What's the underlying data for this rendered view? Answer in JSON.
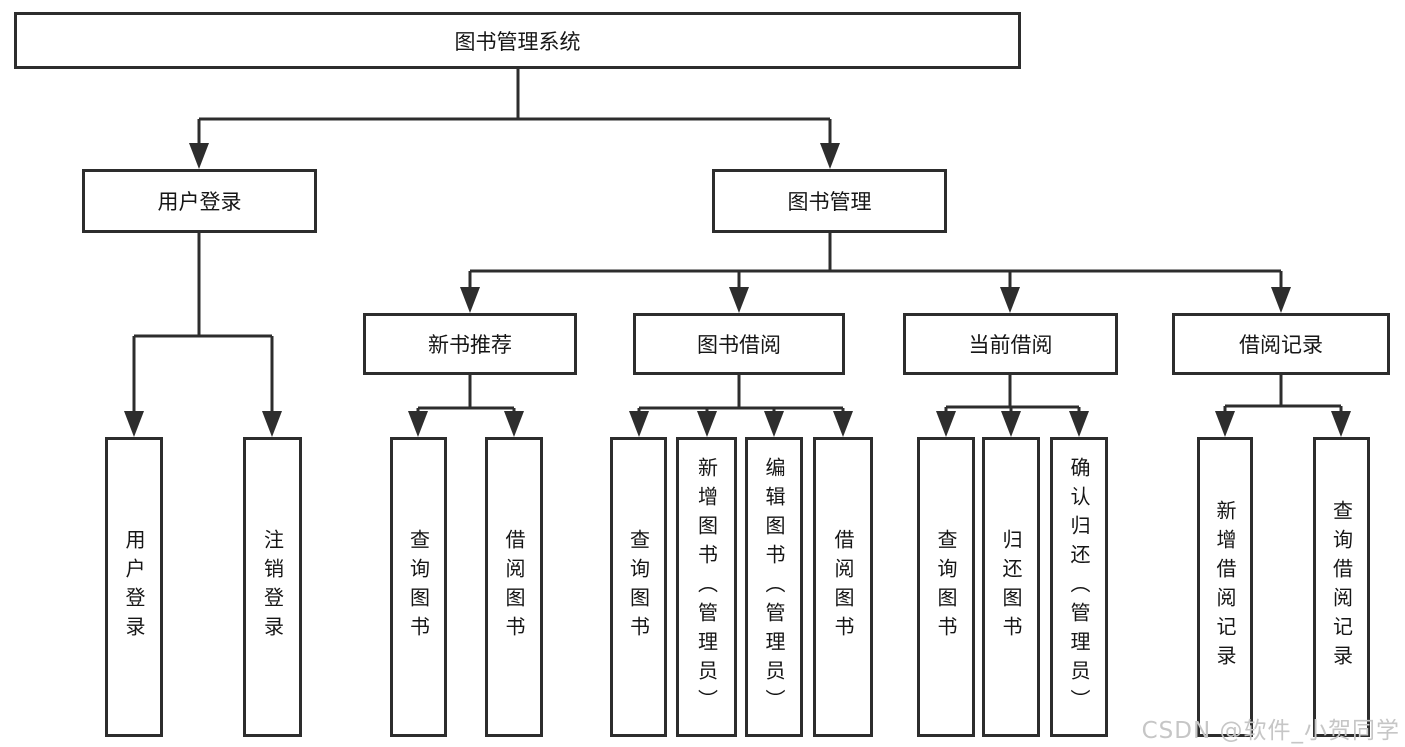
{
  "diagram": {
    "root": {
      "label": "图书管理系统"
    },
    "level2": [
      {
        "label": "用户登录"
      },
      {
        "label": "图书管理"
      }
    ],
    "level3": [
      {
        "label": "新书推荐"
      },
      {
        "label": "图书借阅"
      },
      {
        "label": "当前借阅"
      },
      {
        "label": "借阅记录"
      }
    ],
    "leaves": {
      "user_login": [
        "用户登录",
        "注销登录"
      ],
      "new_books": [
        "查询图书",
        "借阅图书"
      ],
      "book_borrowing": [
        "查询图书",
        "新增图书（管理员）",
        "编辑图书（管理员）",
        "借阅图书"
      ],
      "current_borrowing": [
        "查询图书",
        "归还图书",
        "确认归还（管理员）"
      ],
      "borrowing_records": [
        "新增借阅记录",
        "查询借阅记录"
      ]
    }
  },
  "watermark": {
    "text": "CSDN @软件_小贺同学"
  },
  "colors": {
    "line": "#2d2d2d",
    "text": "#161616",
    "background": "#ffffff",
    "watermark": "#c6c6c6"
  }
}
